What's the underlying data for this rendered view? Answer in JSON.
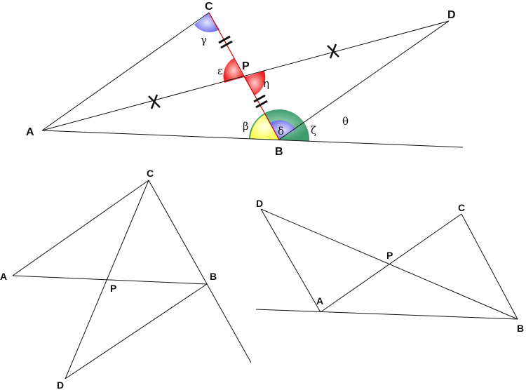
{
  "figure1": {
    "points": {
      "A": "A",
      "B": "B",
      "C": "C",
      "D": "D",
      "P": "P"
    },
    "angles": {
      "gamma": "γ",
      "epsilon": "ε",
      "eta": "η",
      "beta": "β",
      "delta": "δ",
      "zeta": "ζ",
      "theta": "θ"
    },
    "colors": {
      "yellow": "#ffff66",
      "green": "#3d9b6e",
      "blue": "#8888ee",
      "red": "#ee2222",
      "segment": "#cc0000"
    }
  },
  "figure2": {
    "points": {
      "A": "A",
      "B": "B",
      "C": "C",
      "D": "D",
      "P": "P"
    }
  },
  "figure3": {
    "points": {
      "A": "A",
      "B": "B",
      "C": "C",
      "D": "D",
      "P": "P"
    }
  }
}
